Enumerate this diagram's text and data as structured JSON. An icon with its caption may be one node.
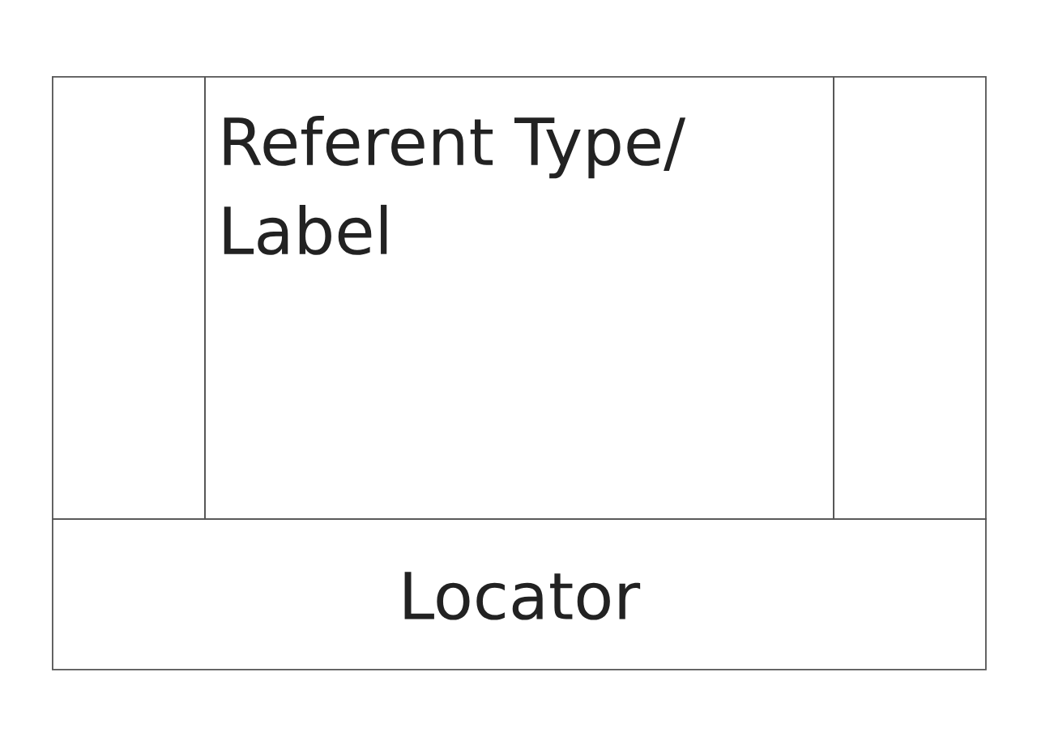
{
  "diagram": {
    "nodes": [
      {
        "text": [],
        "shape": "box"
      },
      {
        "text": [
          "Referent Type/ Label"
        ]
      },
      {
        "text": [],
        "shape": "box"
      },
      {
        "text": [
          "Locator"
        ]
      }
    ]
  }
}
